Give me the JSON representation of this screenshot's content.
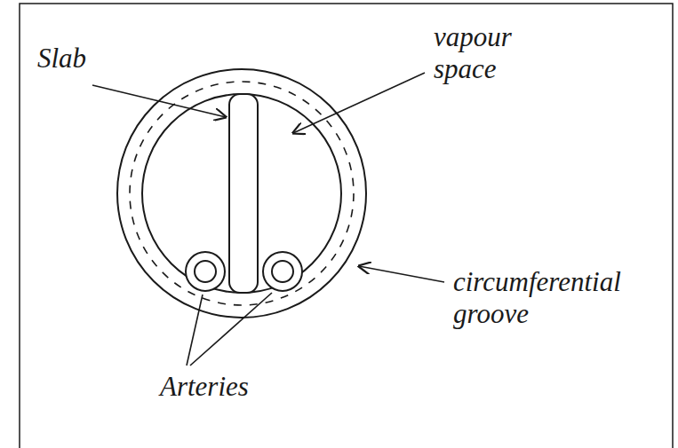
{
  "diagram": {
    "labels": [
      "Slab",
      "vapour space",
      "circumferential groove",
      "Arteries"
    ]
  }
}
